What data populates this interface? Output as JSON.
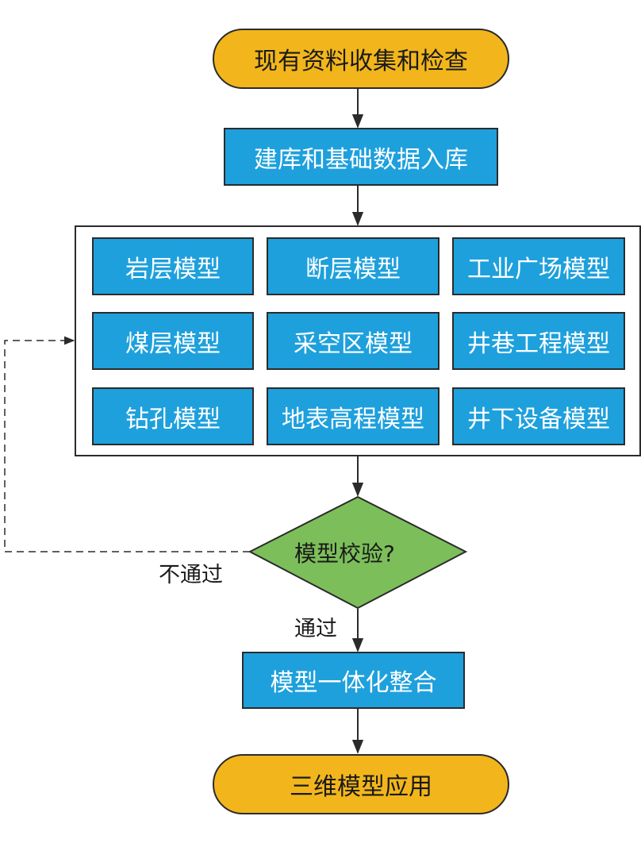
{
  "start": "现有资料收集和检查",
  "step_build_db": "建库和基础数据入库",
  "models": [
    "岩层模型",
    "断层模型",
    "工业广场模型",
    "煤层模型",
    "采空区模型",
    "井巷工程模型",
    "钻孔模型",
    "地表高程模型",
    "井下设备模型"
  ],
  "decision": "模型校验?",
  "label_fail": "不通过",
  "label_pass": "通过",
  "step_integrate": "模型一体化整合",
  "end": "三维模型应用",
  "colors": {
    "terminal": "#f2b61c",
    "process": "#1ea0dd",
    "decision": "#7cbf5a",
    "line": "#2b2b2b"
  }
}
